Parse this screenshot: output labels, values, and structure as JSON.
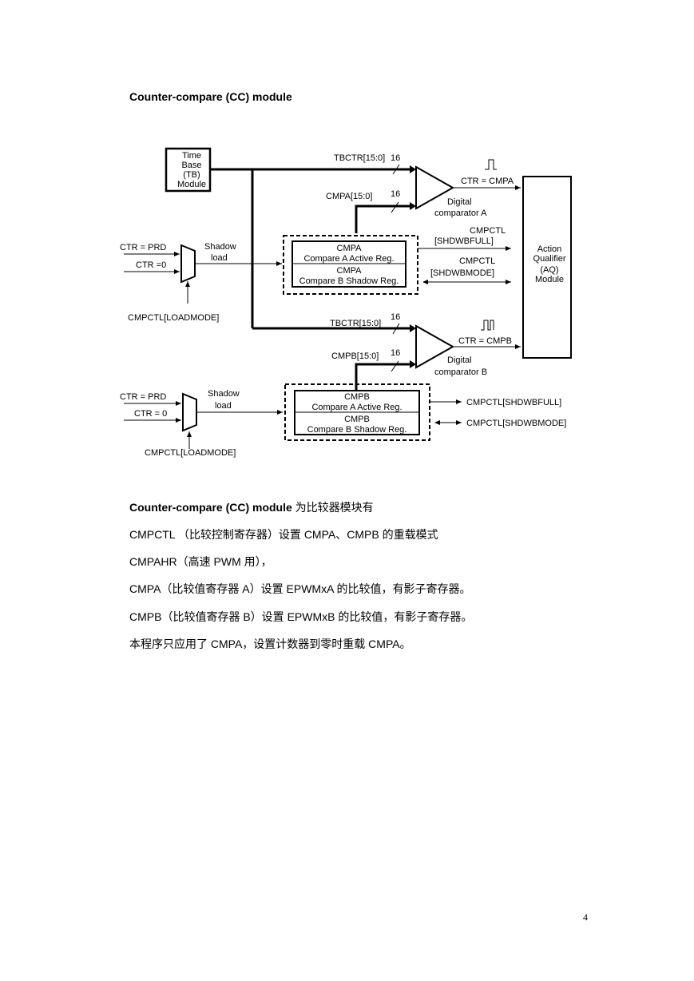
{
  "heading": "Counter-compare (CC) module",
  "diagram": {
    "tb_module": [
      "Time",
      "Base",
      "(TB)",
      "Module"
    ],
    "aq_module": [
      "Action",
      "Qualifier",
      "(AQ)",
      "Module"
    ],
    "tbctr_a": "TBCTR[15:0]",
    "tbctr_b": "TBCTR[15:0]",
    "cmpa_bus": "CMPA[15:0]",
    "cmpb_bus": "CMPB[15:0]",
    "bus_width": "16",
    "comp_a": [
      "Digital",
      "comparator A"
    ],
    "comp_b": [
      "Digital",
      "comparator B"
    ],
    "ctr_cmpa": "CTR = CMPA",
    "ctr_cmpb": "CTR = CMPB",
    "ctr_prd_a": "CTR = PRD",
    "ctr_zero_a": "CTR =0",
    "ctr_prd_b": "CTR = PRD",
    "ctr_zero_b": "CTR = 0",
    "shadow_load": [
      "Shadow",
      "load"
    ],
    "loadmode_a": "CMPCTL[LOADMODE]",
    "loadmode_b": "CMPCTL[LOADMODE]",
    "reg_a_active": [
      "CMPA",
      "Compare A Active Reg."
    ],
    "reg_a_shadow": [
      "CMPA",
      "Compare B Shadow Reg."
    ],
    "reg_b_active": [
      "CMPB",
      "Compare A Active Reg."
    ],
    "reg_b_shadow": [
      "CMPB",
      "Compare B Shadow Reg."
    ],
    "shdwbfull_a": [
      "CMPCTL",
      "[SHDWBFULL]"
    ],
    "shdwbmode_a": [
      "CMPCTL",
      "[SHDWBMODE]"
    ],
    "shdwbfull_b": "CMPCTL[SHDWBFULL]",
    "shdwbmode_b": "CMPCTL[SHDWBMODE]"
  },
  "paragraphs": {
    "p1_bold": "Counter-compare (CC) module",
    "p1_rest": " 为比较器模块有",
    "p2": "CMPCTL （比较控制寄存器）设置 CMPA、CMPB 的重载模式",
    "p3": "CMPAHR（高速 PWM 用），",
    "p4": "CMPA（比较值寄存器 A）设置 EPWMxA 的比较值，有影子寄存器。",
    "p5": "CMPB（比较值寄存器 B）设置 EPWMxB 的比较值，有影子寄存器。",
    "p6": "本程序只应用了 CMPA，设置计数器到零时重载 CMPA。"
  },
  "page_number": "4"
}
